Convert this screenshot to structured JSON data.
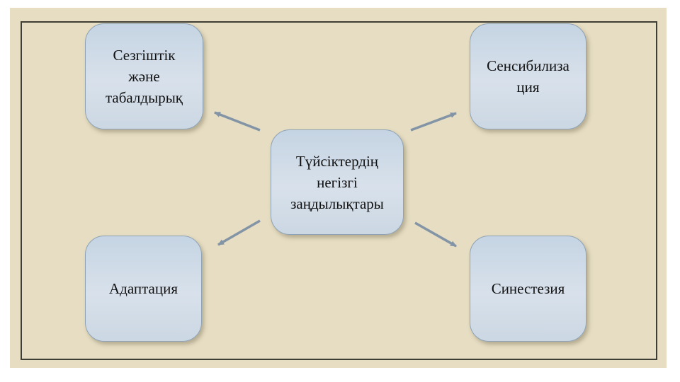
{
  "diagram": {
    "title_node": {
      "label": "Түйсіктердің\nнегізгі\nзаңдылықтары"
    },
    "nodes": [
      {
        "id": "top-left",
        "label": "Сезгіштік\nжәне\nтабалдырық"
      },
      {
        "id": "top-right",
        "label": "Сенсибилиза\nция"
      },
      {
        "id": "bottom-left",
        "label": "Адаптация"
      },
      {
        "id": "bottom-right",
        "label": "Синестезия"
      }
    ],
    "colors": {
      "slide_background": "#e6ddc2",
      "frame_border": "#3e3e35",
      "node_fill_top": "#c5d4e3",
      "node_fill_middle": "#d8e1eb",
      "node_fill_bottom": "#cbd7e3",
      "node_border": "#8ea3b6",
      "arrow": "#8294a5",
      "text": "#111111"
    }
  }
}
